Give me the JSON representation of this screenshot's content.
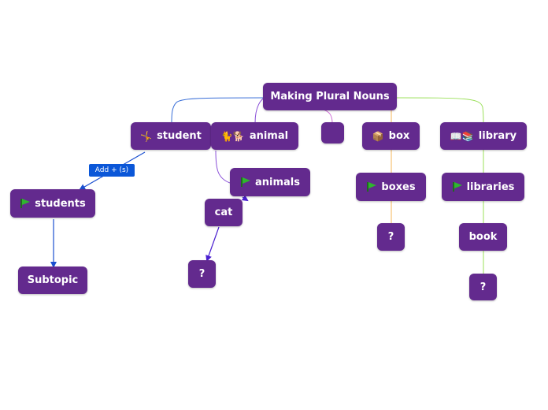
{
  "map": {
    "root": "Making Plural Nouns",
    "student": {
      "emoji": "🤸",
      "label": "student"
    },
    "animal": {
      "emoji": "🐈🐕",
      "label": "animal"
    },
    "empty": {
      "label": ""
    },
    "box": {
      "emoji": "📦",
      "label": "box"
    },
    "library": {
      "emoji": "📖📚",
      "label": "library"
    },
    "students": {
      "label": "students"
    },
    "animals": {
      "label": "animals"
    },
    "cat": {
      "label": "cat"
    },
    "boxes": {
      "label": "boxes"
    },
    "libraries": {
      "label": "libraries"
    },
    "book": {
      "label": "book"
    },
    "subtopic": {
      "label": "Subtopic"
    },
    "q_cat": {
      "label": "?"
    },
    "q_boxes": {
      "label": "?"
    },
    "q_book": {
      "label": "?"
    }
  },
  "tooltip": {
    "label": "Add + (s)"
  },
  "colors": {
    "node_bg": "#632a8e",
    "tooltip_bg": "#0b57d8",
    "link_blue": "#3a6fd8",
    "link_purple": "#8a4fd8",
    "link_pink": "#d070d8",
    "link_orange": "#f5b75a",
    "link_green": "#9be05a"
  }
}
